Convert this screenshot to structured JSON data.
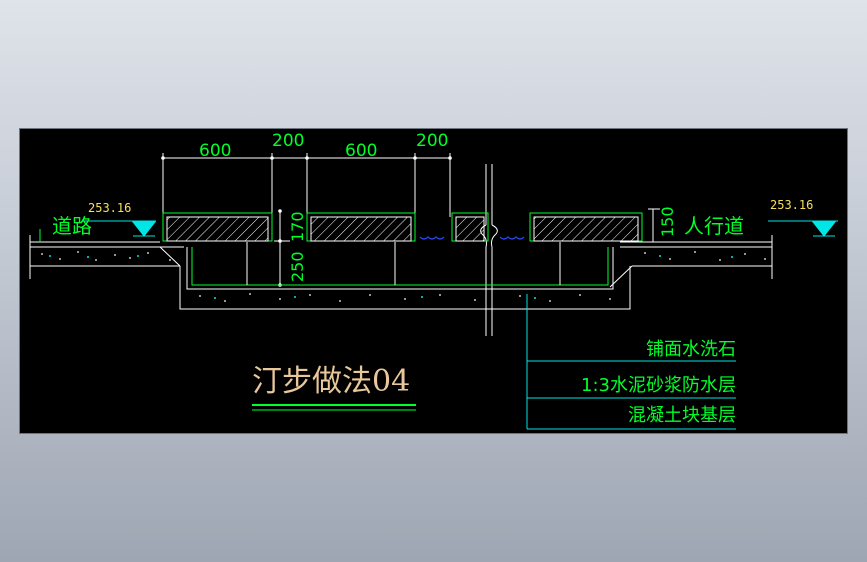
{
  "drawing": {
    "title": "汀步做法04",
    "dimensions": {
      "top": [
        "600",
        "200",
        "600",
        "200"
      ],
      "height_left": "170",
      "depth_left": "250",
      "height_right": "150"
    },
    "labels": {
      "road": "道路",
      "sidewalk": "人行道",
      "elev_left": "253.16",
      "elev_right": "253.16"
    },
    "layers": [
      "铺面水洗石",
      "1:3水泥砂浆防水层",
      "混凝土块基层"
    ],
    "colors": {
      "background": "#000000",
      "lines": "#ffffff",
      "text": "#00ff2a",
      "water": "#2a4bff",
      "marker": "#00e5e5",
      "title": "#e8c79a",
      "elevation": "#f5e05a"
    }
  }
}
